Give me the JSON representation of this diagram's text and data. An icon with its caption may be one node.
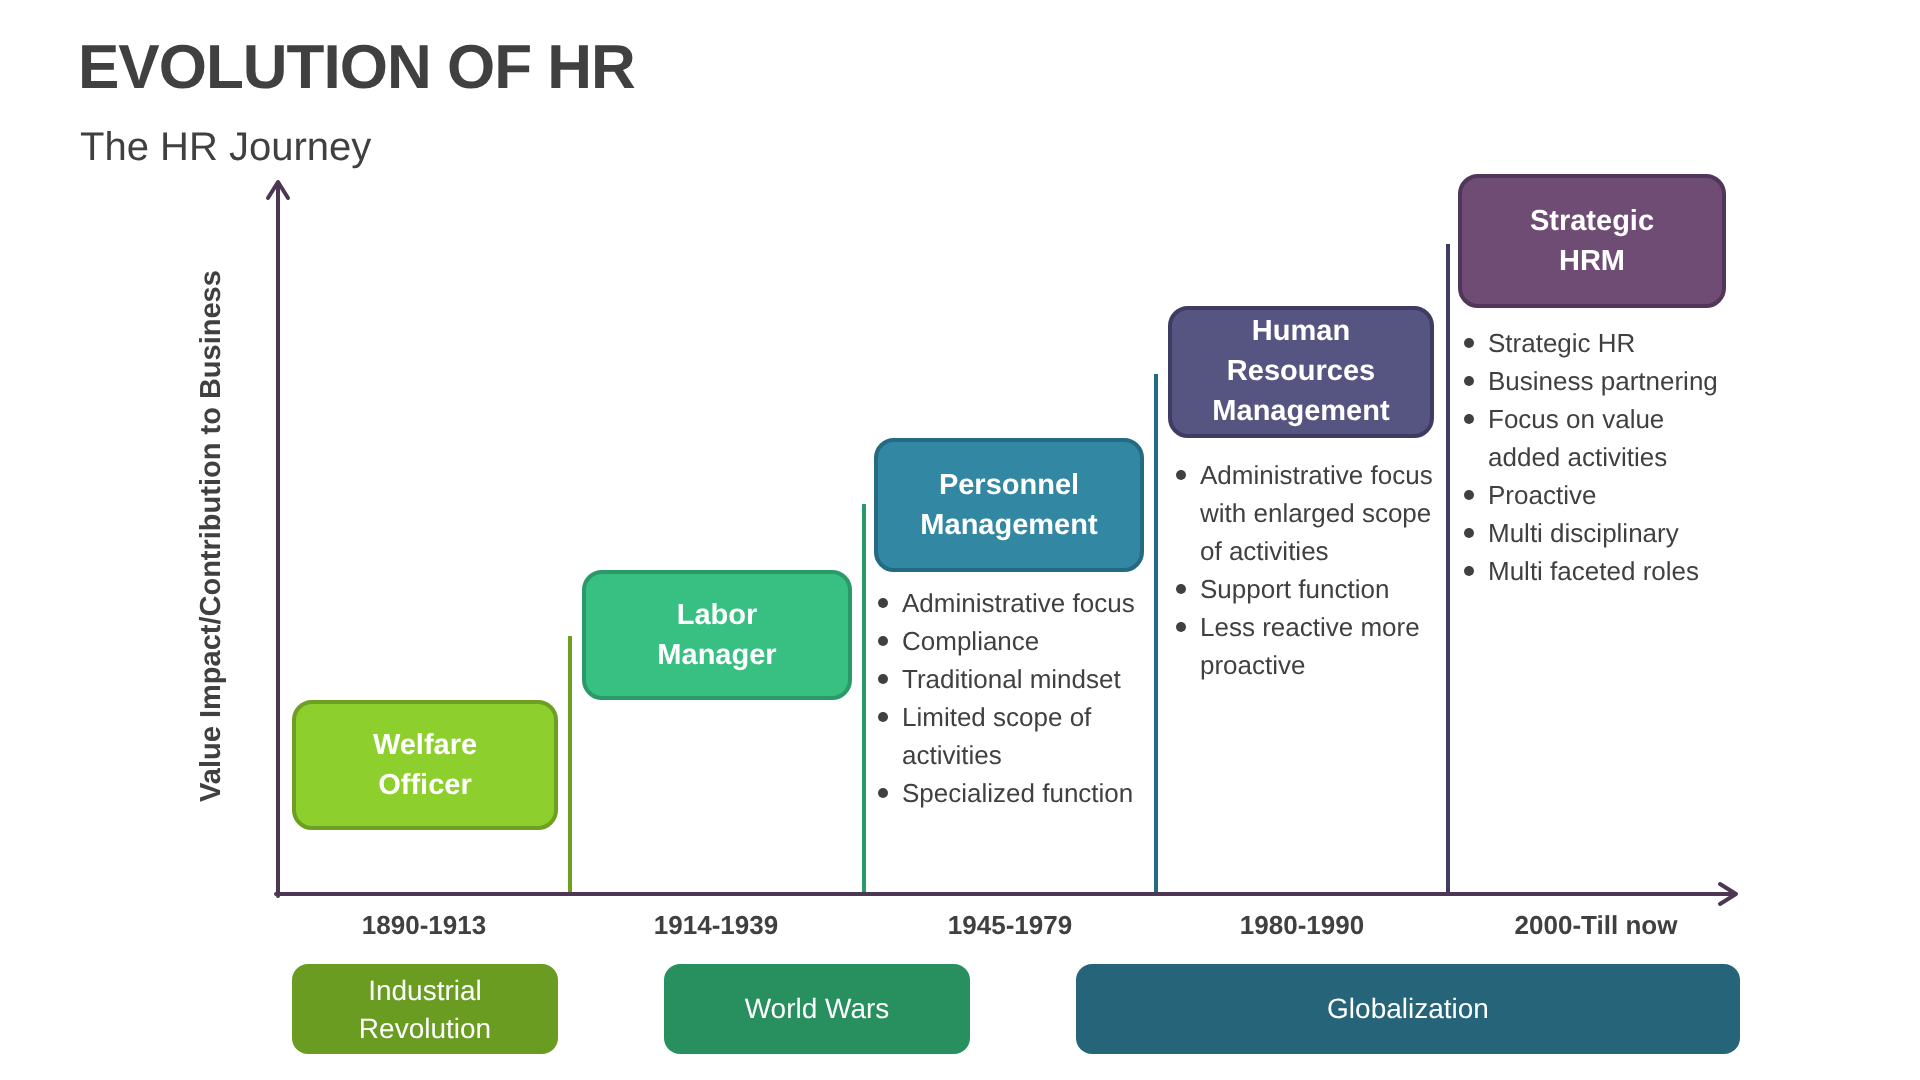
{
  "diagram": {
    "title": "EVOLUTION OF HR",
    "nodes": [
      {
        "text": [
          "Welfare Officer"
        ]
      },
      {
        "text": [
          "Labor Manager"
        ]
      },
      {
        "text": [
          "Personnel Management"
        ],
        "beside": [
          "Administrative focus",
          "Compliance",
          "Traditional mindset",
          "Limited scope of activities",
          "Specialized function"
        ]
      },
      {
        "text": [
          "Human Resources Management"
        ],
        "beside": [
          "Administrative focus with enlarged scope of activities",
          "Support function",
          "Less reactive more proactive"
        ]
      },
      {
        "text": [
          "Strategic HRM"
        ],
        "beside": [
          "Strategic HR",
          "Business partnering",
          "Focus on value added activities",
          "Proactive",
          "Multi disciplinary",
          "Multi faceted roles"
        ]
      },
      {
        "text": [
          "Industrial Revolution"
        ]
      },
      {
        "text": [
          "World Wars"
        ]
      },
      {
        "text": [
          "Globalization"
        ]
      }
    ],
    "labels": [
      "The HR Journey",
      "Value Impact/Contribution to Business",
      "1890-1913",
      "1914-1939",
      "1945-1979",
      "1980-1990",
      "2000-Till now"
    ]
  }
}
